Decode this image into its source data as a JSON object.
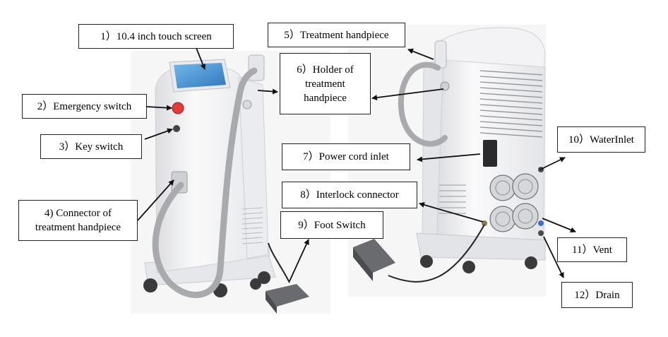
{
  "labels": {
    "touch_screen": "1）10.4 inch touch screen",
    "emergency_switch": "2）Emergency switch",
    "key_switch": "3）Key switch",
    "connector_handpiece": "4) Connector of\ntreatment handpiece",
    "treatment_handpiece": "5）Treatment handpiece",
    "holder_handpiece": "6）Holder of\ntreatment\nhandpiece",
    "power_cord_inlet": "7）Power cord inlet",
    "interlock_connector": "8）Interlock connector",
    "foot_switch": "9）Foot Switch",
    "water_inlet": "10）WaterInlet",
    "vent": "11）Vent",
    "drain": "12）Drain"
  },
  "colors": {
    "device_body": "#f4f4f6",
    "screen": "#3d8fd0",
    "emergency_button": "#e23b3b",
    "cable": "#a9aaae",
    "arrow": "#111111"
  }
}
